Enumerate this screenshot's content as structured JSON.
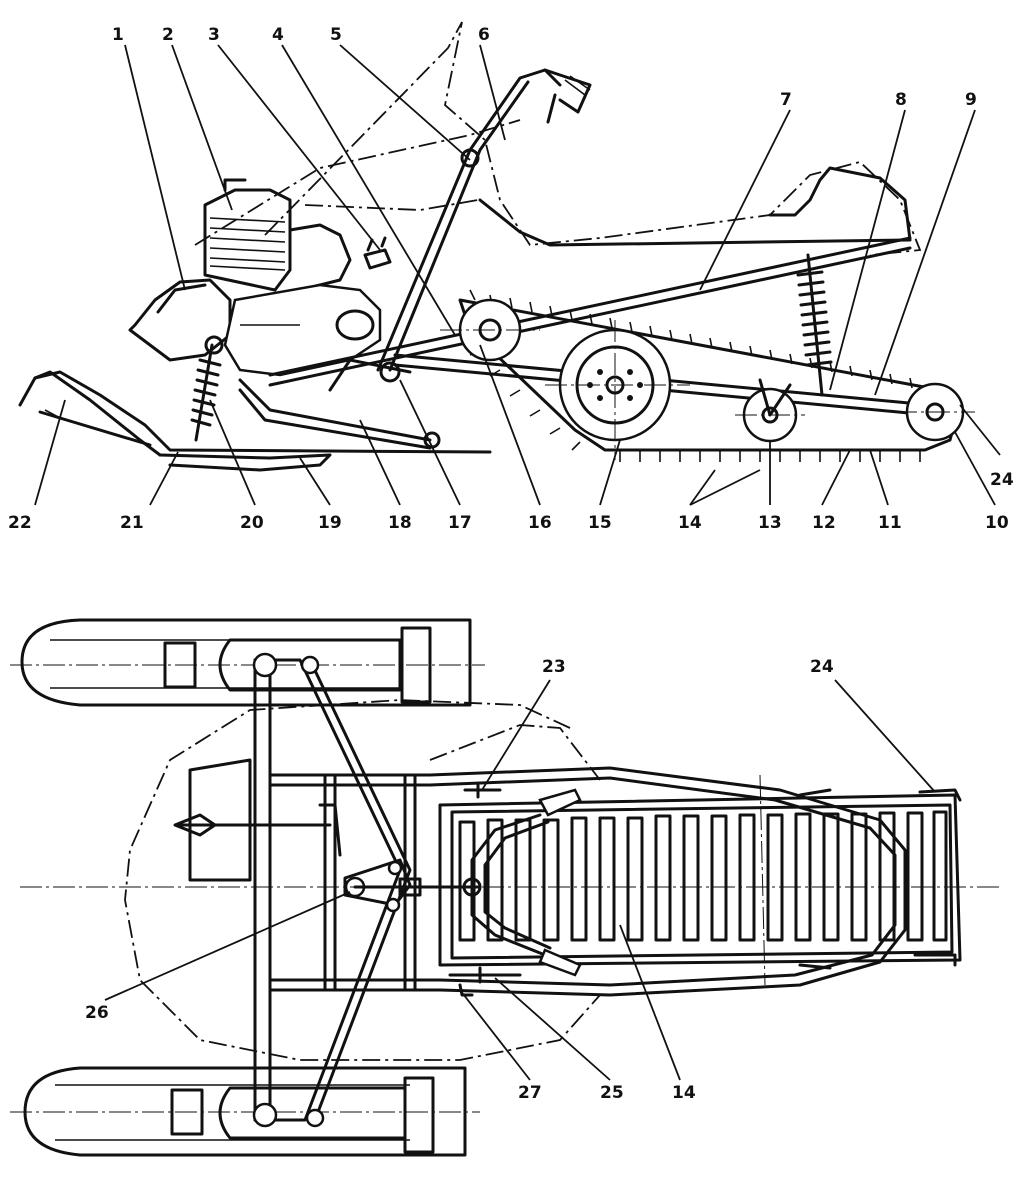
{
  "side_view": {
    "callouts": [
      "1",
      "2",
      "3",
      "4",
      "5",
      "6",
      "7",
      "8",
      "9",
      "10",
      "11",
      "12",
      "13",
      "14",
      "15",
      "16",
      "17",
      "18",
      "19",
      "20",
      "21",
      "22",
      "24"
    ]
  },
  "top_view": {
    "callouts": [
      "23",
      "24",
      "25",
      "26",
      "27",
      "14"
    ]
  }
}
